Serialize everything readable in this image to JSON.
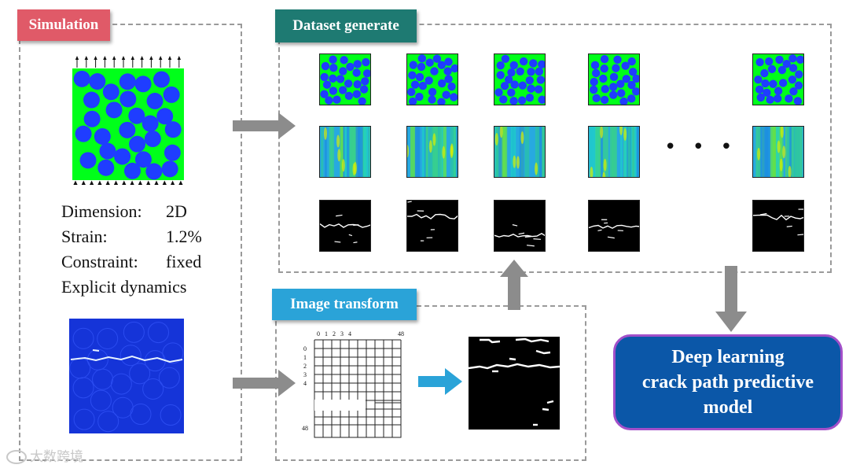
{
  "tags": {
    "simulation": "Simulation",
    "dataset": "Dataset generate",
    "transform": "Image transform"
  },
  "specs": [
    {
      "label": "Dimension:",
      "value": "2D"
    },
    {
      "label": "Strain:",
      "value": "1.2%"
    },
    {
      "label": "Constraint:",
      "value": "fixed"
    },
    {
      "label": "Explicit dynamics",
      "value": ""
    }
  ],
  "model": {
    "line1": "Deep learning",
    "line2": "crack path predictive",
    "line3": "model"
  },
  "grid": {
    "top_ticks": [
      "0",
      "1",
      "2",
      "3",
      "4"
    ],
    "top_end": "48",
    "left_ticks": [
      "0",
      "1",
      "2",
      "3",
      "4"
    ],
    "left_end": "48"
  },
  "ellipsis": "• • •",
  "watermark": "大数跨境",
  "colors": {
    "simulation_tag": "#e05a68",
    "dataset_tag": "#1e7a72",
    "transform_tag": "#2aa3d8",
    "model_fill": "#0b57a8",
    "model_border": "#a24fc9",
    "arrow_gray": "#8c8c8c",
    "arrow_blue": "#2aa3d8",
    "matrix_green": "#00ff1a",
    "particle_blue": "#1f3dff"
  }
}
